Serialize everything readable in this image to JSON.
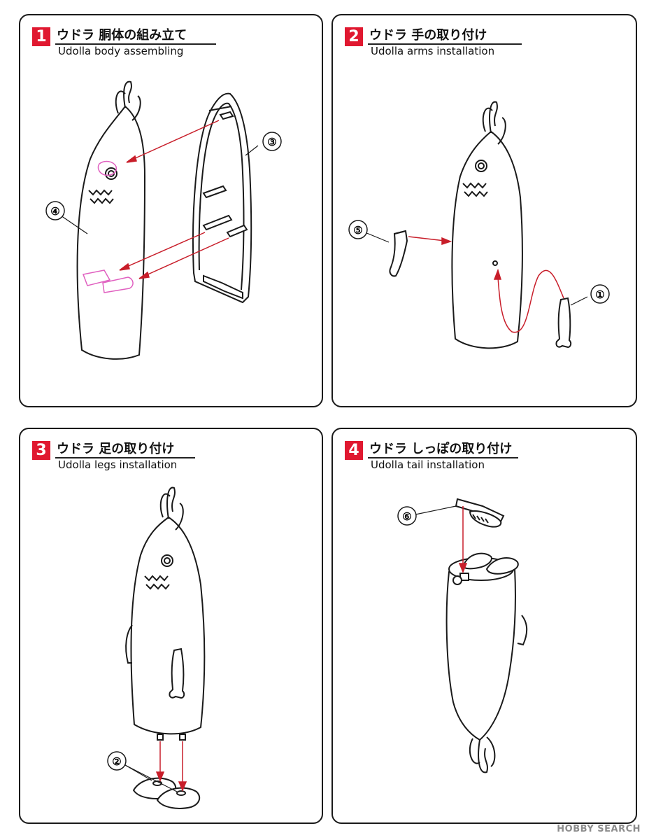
{
  "steps": [
    {
      "number": "1",
      "title_jp": "ウドラ 胴体の組み立て",
      "title_en": "Udolla body assembling",
      "callouts": [
        "③",
        "④"
      ]
    },
    {
      "number": "2",
      "title_jp": "ウドラ 手の取り付け",
      "title_en": "Udolla arms installation",
      "callouts": [
        "⑤",
        "①"
      ]
    },
    {
      "number": "3",
      "title_jp": "ウドラ 足の取り付け",
      "title_en": "Udolla legs installation",
      "callouts": [
        "②"
      ]
    },
    {
      "number": "4",
      "title_jp": "ウドラ しっぽの取り付け",
      "title_en": "Udolla tail installation",
      "callouts": [
        "⑥"
      ]
    }
  ],
  "watermark": "HOBBY SEARCH",
  "colors": {
    "step_badge": "#e01830",
    "arrow": "#c81e2a",
    "part_highlight": "#e060c0",
    "line": "#1a1a1a"
  }
}
